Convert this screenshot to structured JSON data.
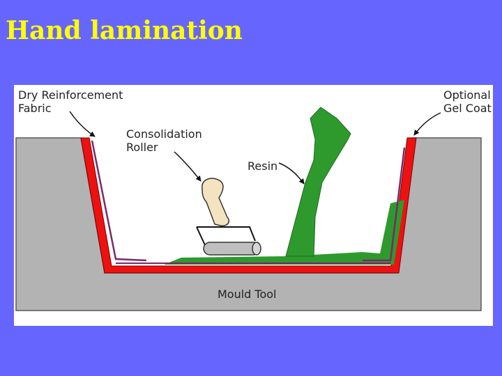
{
  "slide": {
    "title": "Hand lamination"
  },
  "diagram": {
    "labels": {
      "dry_fabric_line1": "Dry Reinforcement",
      "dry_fabric_line2": "Fabric",
      "roller_line1": "Consolidation",
      "roller_line2": "Roller",
      "resin": "Resin",
      "gel_coat_line1": "Optional",
      "gel_coat_line2": "Gel Coat",
      "mould": "Mould Tool"
    },
    "colors": {
      "background": "#6666ff",
      "title": "#ffff00",
      "mould": "#b3b3b3",
      "gel_coat": "#ee1111",
      "fabric": "#7a2a6a",
      "resin": "#2e9a2e",
      "roller": "#bfbfbf",
      "handle": "#f3e3c0"
    }
  }
}
